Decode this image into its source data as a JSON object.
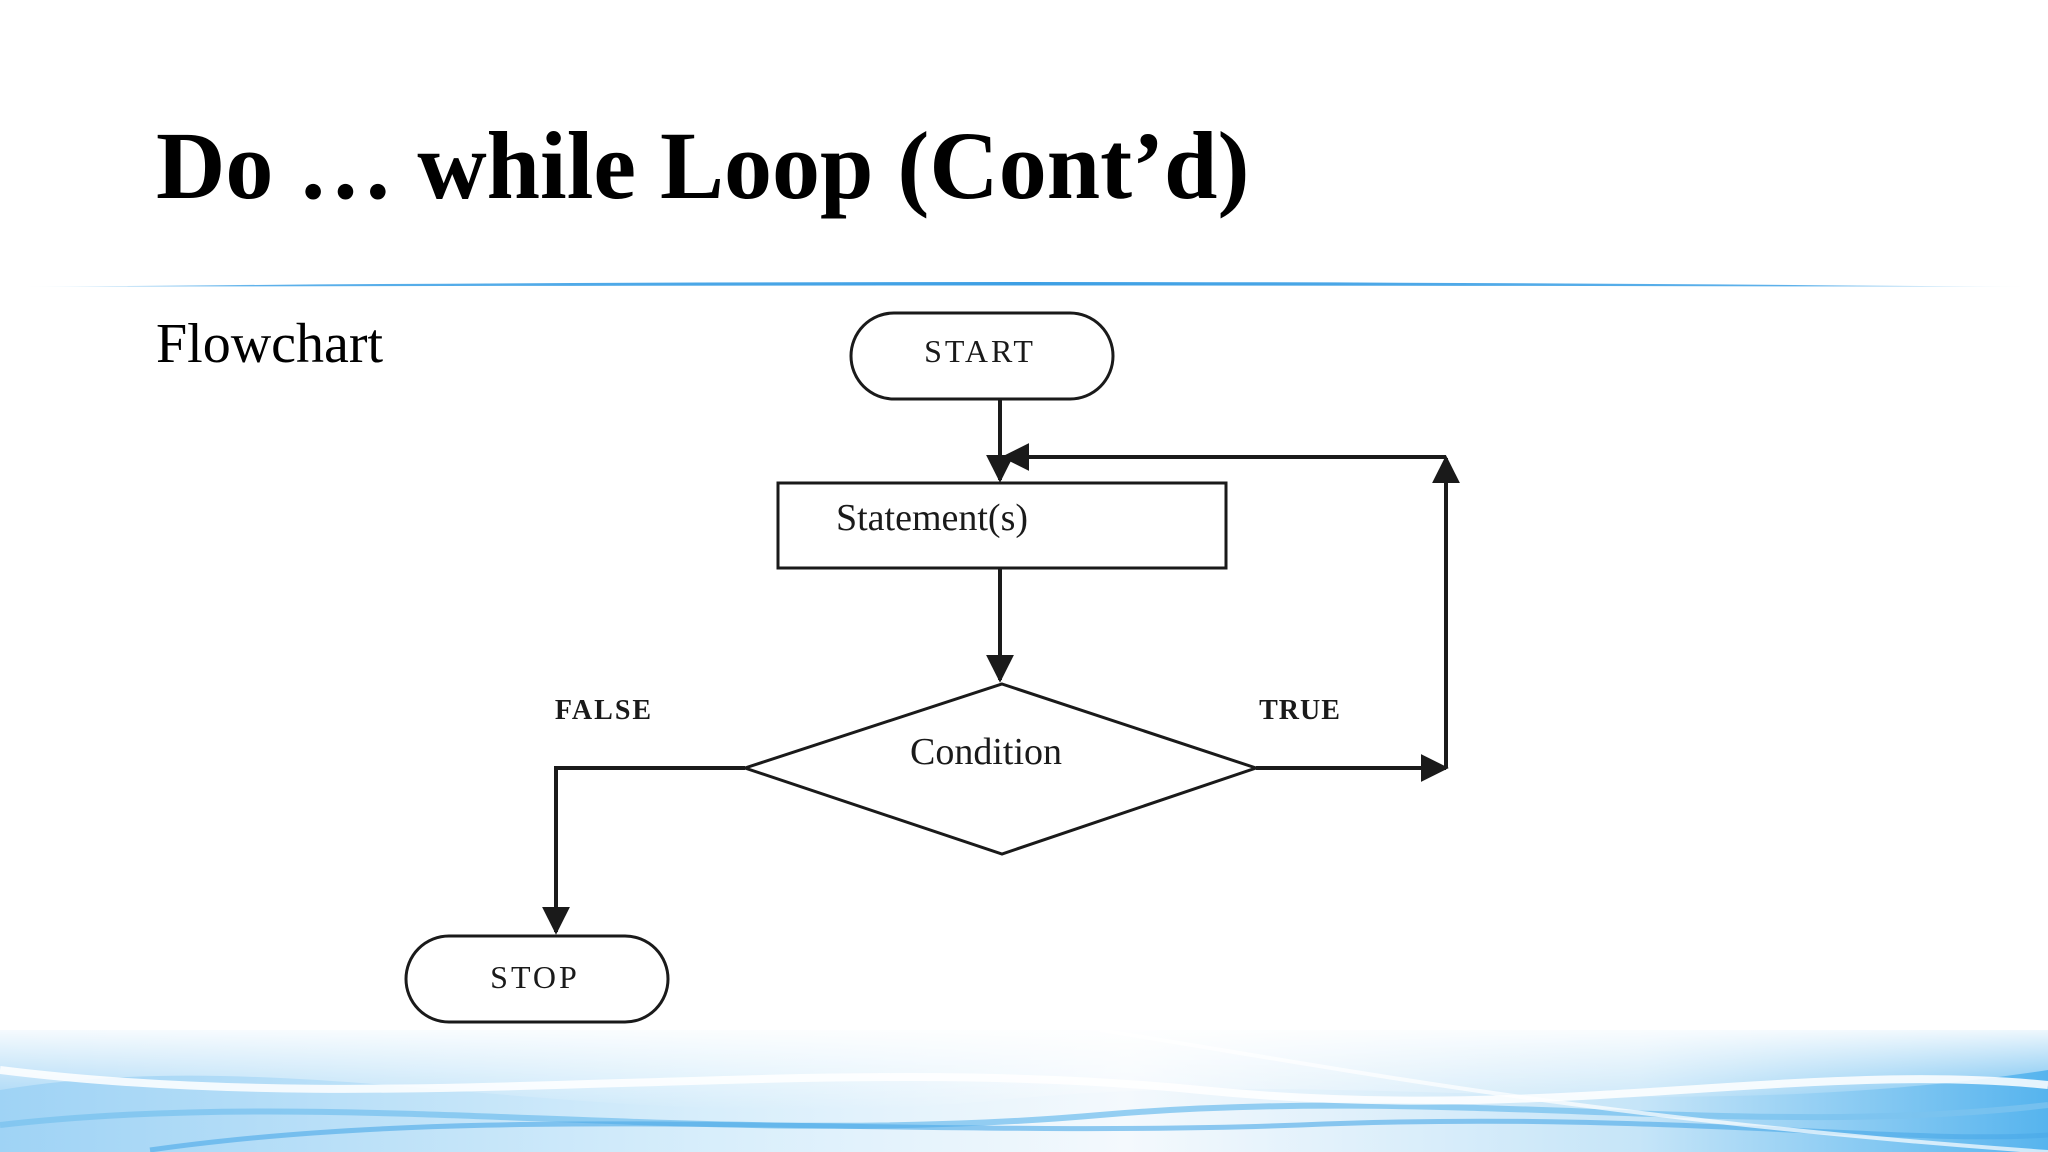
{
  "slide": {
    "title": "Do … while Loop (Cont’d)",
    "subtitle": "Flowchart"
  },
  "flowchart": {
    "start_label": "START",
    "statement_label": "Statement(s)",
    "condition_label": "Condition",
    "false_label": "FALSE",
    "true_label": "TRUE",
    "stop_label": "STOP"
  },
  "colors": {
    "accent_blue": "#4aa8e8",
    "light_blue": "#bfe3f8",
    "line": "#1a1a1a"
  }
}
